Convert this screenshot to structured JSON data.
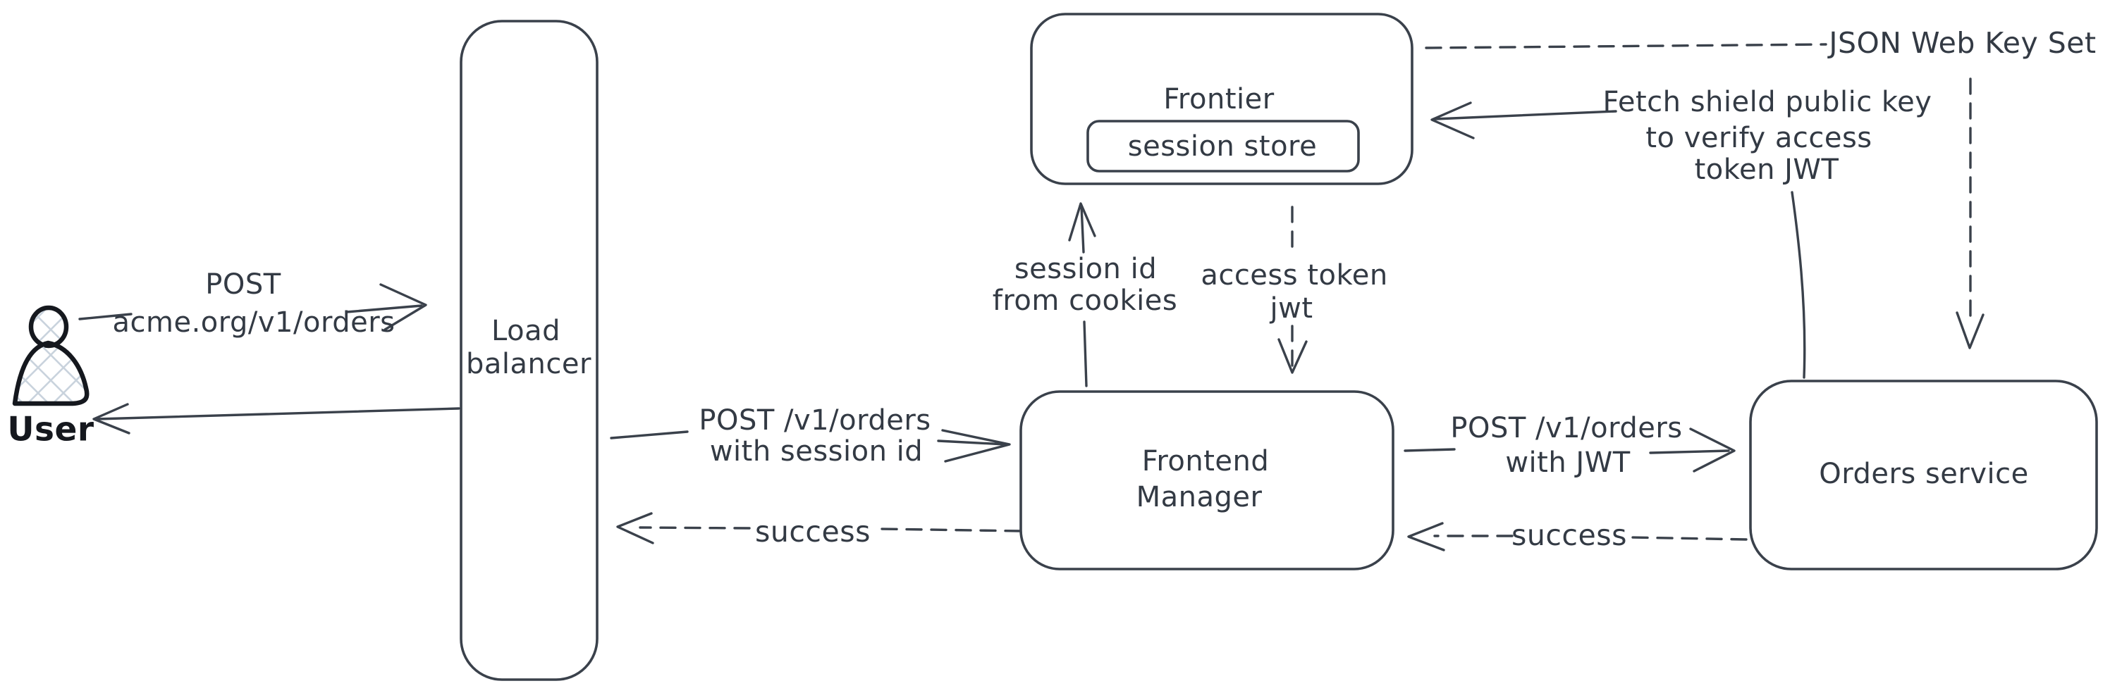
{
  "title": "Session to JWT authentication flow diagram",
  "colors": {
    "ink": "#3a414b",
    "text": "#333a44",
    "user_ink": "#15181e",
    "hatch": "#c9d3dd",
    "bg": "#ffffff"
  },
  "nodes": {
    "user": {
      "label": "User"
    },
    "load_balancer": {
      "lines": [
        "Load",
        "balancer"
      ]
    },
    "frontier": {
      "label": "Frontier"
    },
    "session_store": {
      "label": "session store"
    },
    "frontend_manager": {
      "lines": [
        "Frontend",
        "Manager"
      ]
    },
    "orders_service": {
      "label": "Orders service"
    }
  },
  "edges": {
    "user_to_load_balancer": {
      "style": "solid",
      "lines": [
        "POST",
        "acme.org/v1/orders"
      ]
    },
    "load_balancer_to_user": {
      "style": "solid",
      "label": ""
    },
    "load_balancer_to_frontend_manager": {
      "style": "solid",
      "lines": [
        "POST /v1/orders",
        "with session id"
      ]
    },
    "frontend_manager_to_load_balancer": {
      "style": "dashed",
      "label": "success"
    },
    "frontend_manager_to_frontier": {
      "style": "solid",
      "lines": [
        "session id",
        "from cookies"
      ]
    },
    "frontier_to_frontend_manager": {
      "style": "dashed",
      "lines": [
        "access token",
        "jwt"
      ]
    },
    "frontend_manager_to_orders_service": {
      "style": "solid",
      "lines": [
        "POST /v1/orders",
        "with JWT"
      ]
    },
    "orders_service_to_frontend_manager": {
      "style": "dashed",
      "label": "success"
    },
    "orders_service_to_frontier": {
      "style": "solid",
      "lines": [
        "Fetch shield public key",
        "to verify access",
        "token JWT"
      ]
    },
    "frontier_to_jwks": {
      "style": "dashed",
      "label": "JSON Web Key Set"
    }
  }
}
